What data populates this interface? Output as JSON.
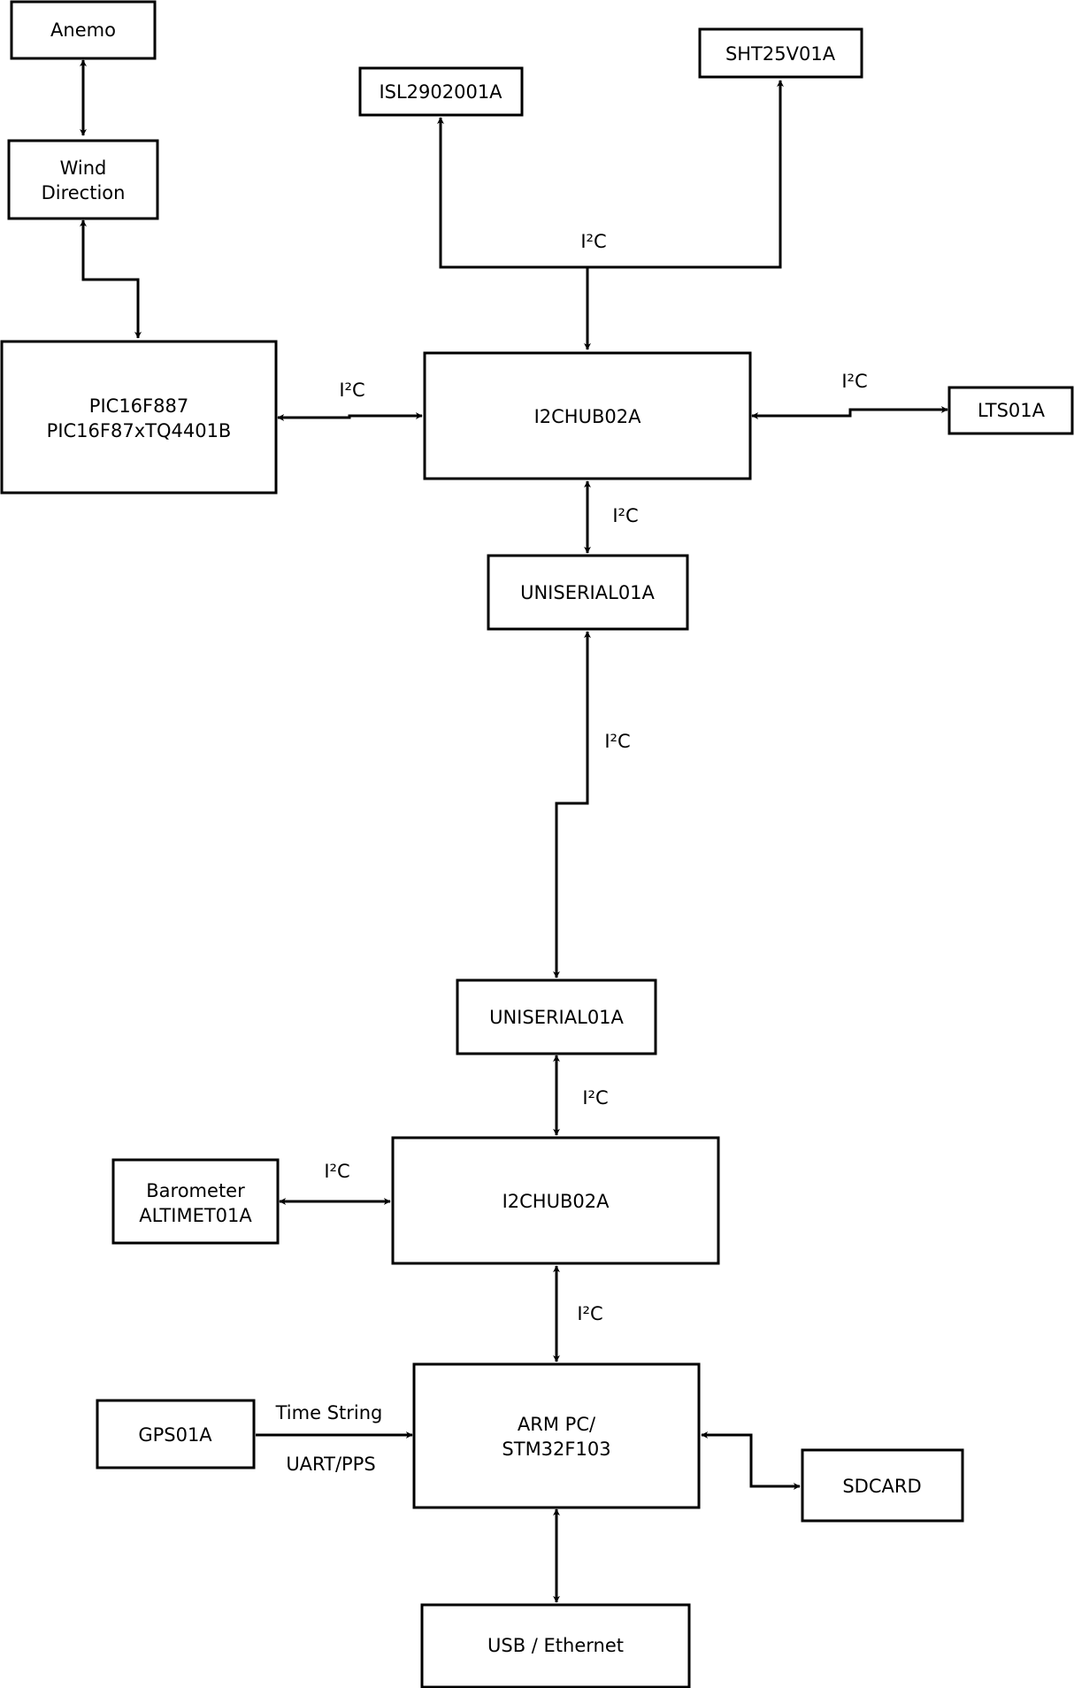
{
  "diagram": {
    "boxes": {
      "anemo": [
        "Anemo"
      ],
      "wind_direction": [
        "Wind",
        "Direction"
      ],
      "pic": [
        "PIC16F887",
        "PIC16F87xTQ4401B"
      ],
      "isl": [
        "ISL2902001A"
      ],
      "sht": [
        "SHT25V01A"
      ],
      "i2chub_top": [
        "I2CHUB02A"
      ],
      "lts": [
        "LTS01A"
      ],
      "uniserial_top": [
        "UNISERIAL01A"
      ],
      "uniserial_bottom": [
        "UNISERIAL01A"
      ],
      "barometer": [
        "Barometer",
        "ALTIMET01A"
      ],
      "i2chub_bottom": [
        "I2CHUB02A"
      ],
      "gps": [
        "GPS01A"
      ],
      "arm": [
        "ARM PC/",
        "STM32F103"
      ],
      "sdcard": [
        "SDCARD"
      ],
      "usb": [
        "USB / Ethernet"
      ]
    },
    "link_labels": {
      "sensors_bus": "I²C",
      "pic_hub": "I²C",
      "hub_lts": "I²C",
      "hub_uniserial": "I²C",
      "uniserial_link": "I²C",
      "uniserial_hub": "I²C",
      "baro_hub": "I²C",
      "hub_arm": "I²C",
      "gps_top": "Time String",
      "gps_bottom": "UART/PPS"
    }
  }
}
